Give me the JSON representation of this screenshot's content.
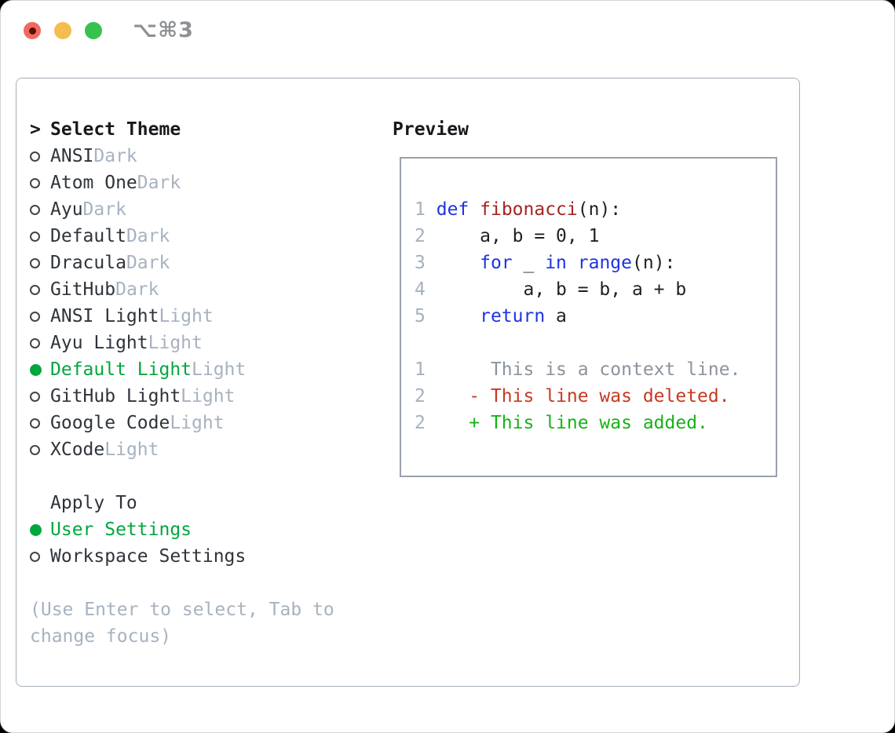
{
  "titlebar": {
    "title": "⌥⌘3"
  },
  "theme_picker": {
    "heading": "Select Theme",
    "focus_indicator": ">",
    "items": [
      {
        "name": "ANSI",
        "variant": "Dark",
        "selected": false
      },
      {
        "name": "Atom One",
        "variant": "Dark",
        "selected": false
      },
      {
        "name": "Ayu",
        "variant": "Dark",
        "selected": false
      },
      {
        "name": "Default",
        "variant": "Dark",
        "selected": false
      },
      {
        "name": "Dracula",
        "variant": "Dark",
        "selected": false
      },
      {
        "name": "GitHub",
        "variant": "Dark",
        "selected": false
      },
      {
        "name": "ANSI Light",
        "variant": "Light",
        "selected": false
      },
      {
        "name": "Ayu Light",
        "variant": "Light",
        "selected": false
      },
      {
        "name": "Default Light",
        "variant": "Light",
        "selected": true
      },
      {
        "name": "GitHub Light",
        "variant": "Light",
        "selected": false
      },
      {
        "name": "Google Code",
        "variant": "Light",
        "selected": false
      },
      {
        "name": "XCode",
        "variant": "Light",
        "selected": false
      }
    ]
  },
  "apply_to": {
    "heading": "Apply To",
    "options": [
      {
        "label": "User Settings",
        "selected": true
      },
      {
        "label": "Workspace Settings",
        "selected": false
      }
    ]
  },
  "help_text": "(Use Enter to select, Tab to change focus)",
  "preview": {
    "heading": "Preview",
    "code_lines": [
      {
        "num": "1",
        "spans": [
          {
            "t": "def",
            "c": "kw"
          },
          {
            "t": " "
          },
          {
            "t": "fibonacci",
            "c": "fn"
          },
          {
            "t": "(n):"
          }
        ]
      },
      {
        "num": "2",
        "spans": [
          {
            "t": "    a, b = 0, 1"
          }
        ]
      },
      {
        "num": "3",
        "spans": [
          {
            "t": "    "
          },
          {
            "t": "for",
            "c": "kw"
          },
          {
            "t": " _ "
          },
          {
            "t": "in",
            "c": "kw"
          },
          {
            "t": " "
          },
          {
            "t": "range",
            "c": "kw"
          },
          {
            "t": "(n):"
          }
        ]
      },
      {
        "num": "4",
        "spans": [
          {
            "t": "        a, b = b, a + b"
          }
        ]
      },
      {
        "num": "5",
        "spans": [
          {
            "t": "    "
          },
          {
            "t": "return",
            "c": "kw"
          },
          {
            "t": " a"
          }
        ]
      }
    ],
    "diff_lines": [
      {
        "num": "1",
        "c": "ctx",
        "text": "     This is a context line."
      },
      {
        "num": "2",
        "c": "del",
        "text": "   - This line was deleted."
      },
      {
        "num": "2",
        "c": "add",
        "text": "   + This line was added."
      }
    ]
  },
  "colors": {
    "accent_green": "#00a73e",
    "keyword_blue": "#1e33e0",
    "function_red": "#a42523",
    "diff_deleted_red": "#c63a21",
    "diff_added_green": "#16b316",
    "diff_context_gray": "#8c939c",
    "muted_gray": "#a7b2c0",
    "line_number_gray": "#a5b1bf",
    "text_dark": "#2f343b",
    "heading_dark": "#17191d",
    "border_gray": "#a6aeb8",
    "traffic_red": "#ef6a5e",
    "traffic_yellow": "#f5bd4f",
    "traffic_green": "#37c24d",
    "title_gray": "#8d9094"
  }
}
